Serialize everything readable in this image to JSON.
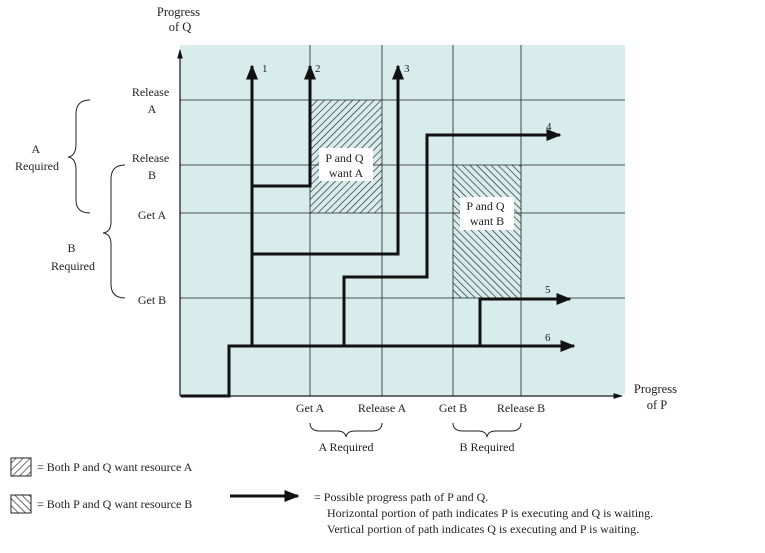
{
  "colors": {
    "plot_background": "#d8ecec",
    "path": "#111111",
    "grid": "#222222",
    "hatch": "#222222",
    "text": "#222222"
  },
  "axes": {
    "y_title": [
      "Progress",
      "of Q"
    ],
    "x_title": [
      "Progress",
      "of P"
    ],
    "y_ticks": [
      {
        "lines": [
          "Release",
          "A"
        ],
        "level": 4
      },
      {
        "lines": [
          "Release",
          "B"
        ],
        "level": 3
      },
      {
        "lines": [
          "Get A"
        ],
        "level": 2
      },
      {
        "lines": [
          "Get B"
        ],
        "level": 1
      }
    ],
    "x_ticks": [
      {
        "label": "Get A",
        "level": 1
      },
      {
        "label": "Release A",
        "level": 2
      },
      {
        "label": "Get B",
        "level": 3
      },
      {
        "label": "Release B",
        "level": 4
      }
    ]
  },
  "left_braces": [
    {
      "lines": [
        "A",
        "Required"
      ]
    },
    {
      "lines": [
        "B",
        "Required"
      ]
    }
  ],
  "bottom_braces": [
    {
      "label": "A Required"
    },
    {
      "label": "B Required"
    }
  ],
  "regions": [
    {
      "id": "a",
      "lines": [
        "P and Q",
        "want A"
      ],
      "style": "forward-hatch"
    },
    {
      "id": "b",
      "lines": [
        "P and Q",
        "want B"
      ],
      "style": "back-hatch"
    }
  ],
  "paths": [
    {
      "label": "1"
    },
    {
      "label": "2"
    },
    {
      "label": "3"
    },
    {
      "label": "4"
    },
    {
      "label": "5"
    },
    {
      "label": "6"
    }
  ],
  "legend": {
    "hatch_a": "= Both P and Q want resource A",
    "hatch_b": "= Both P and Q want resource B",
    "path_lines": [
      "= Possible progress path of P and Q.",
      "Horizontal portion of path indicates P is executing and Q is waiting.",
      "Vertical portion of path indicates Q is executing and P is waiting."
    ]
  }
}
